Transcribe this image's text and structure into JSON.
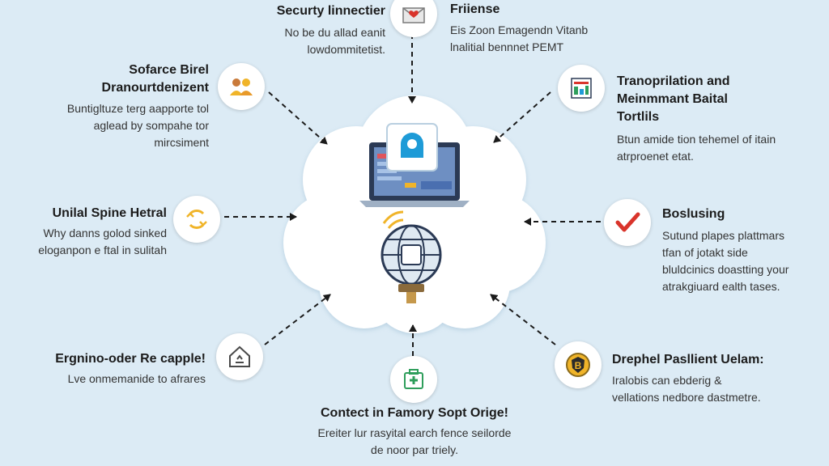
{
  "colors": {
    "background": "#dcebf5",
    "cloud": "#ffffff",
    "arrow": "#1b1b1b",
    "accent_blue": "#1e9bd7",
    "accent_yellow": "#f0b429",
    "accent_red": "#d9342b",
    "accent_green": "#2e9e5b"
  },
  "nodes": {
    "top": {
      "title": "Securty linnectier",
      "desc": [
        "No be du allad eanit",
        "lowdommitetist."
      ],
      "icon": "envelope-heart-icon"
    },
    "top_right": {
      "title": "Friiense",
      "desc": [
        "Eis Zoon Emagendn Vitanb",
        "lnalitial bennnet PEMT"
      ]
    },
    "upper_left": {
      "title": [
        "Sofarce Birel",
        "Dranourtdenizent"
      ],
      "desc": [
        "Buntigltuze terg aapporte tol",
        "aglead by sompahe tor",
        "mircsiment"
      ],
      "icon": "people-icon"
    },
    "upper_right": {
      "title": [
        "Tranoprilation and",
        "Meinmmant Baital",
        "Tortlils"
      ],
      "desc": [
        "Btun amide tion tehemel of itain",
        "atrproenet etat."
      ],
      "icon": "document-chart-icon"
    },
    "mid_left": {
      "title": "Unilal Spine Hetral",
      "desc": [
        "Why danns golod sinked",
        "eloganpon e ftal in sulitah"
      ],
      "icon": "sync-arrows-icon"
    },
    "mid_right": {
      "title": "Boslusing",
      "desc": [
        "Sutund plapes plattmars",
        "tfan of jotakt side",
        "bluldcinics doastting your",
        "atrakgiuard ealth tases."
      ],
      "icon": "checkmark-icon"
    },
    "lower_left": {
      "title": "Ergnino-oder Re capple!",
      "desc": [
        "Lve onmemanide to afrares"
      ],
      "icon": "house-icon"
    },
    "bottom": {
      "title": "Contect in Famory Sopt Orige!",
      "desc": [
        "Ereiter lur rasyital earch fence seilorde",
        "de noor par triely."
      ],
      "icon": "medical-box-icon"
    },
    "lower_right": {
      "title": "Drephel Pasllient Uelam:",
      "desc": [
        "Iralobis can ebderig &",
        "vellations nedbore dastmetre."
      ],
      "icon": "shield-coin-icon"
    }
  }
}
